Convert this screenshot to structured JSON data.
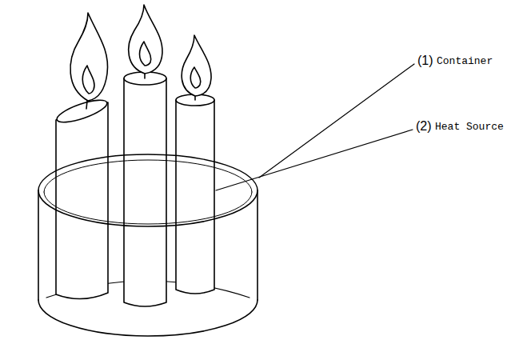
{
  "diagram": {
    "labels": [
      "(1)",
      "Container",
      "(2)",
      "Heat Source"
    ]
  }
}
